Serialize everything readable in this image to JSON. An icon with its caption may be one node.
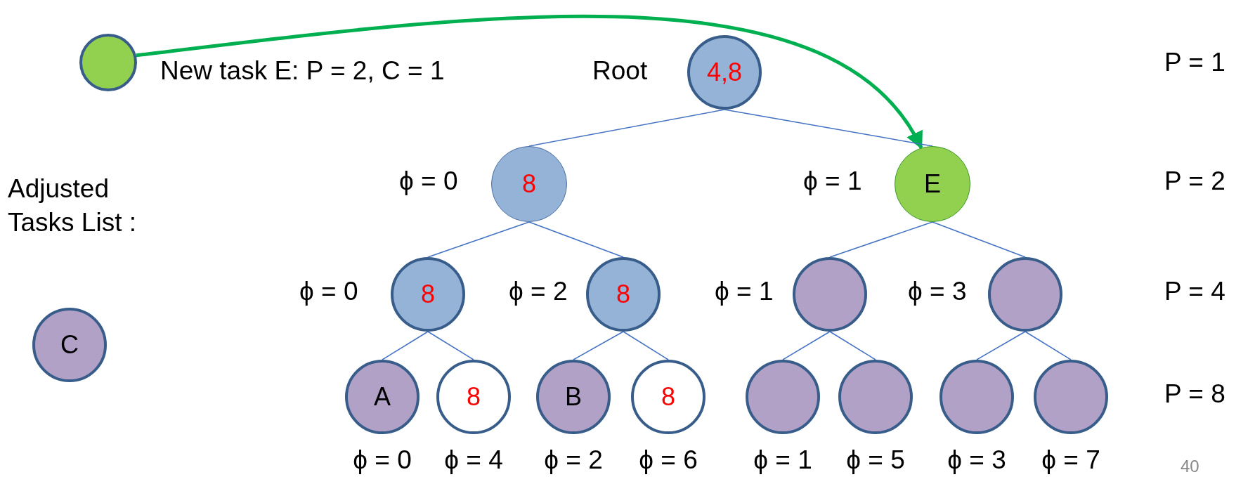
{
  "diagram": {
    "nodes": [
      {
        "text": [],
        "shape": "circle",
        "beside": [
          "New task E: P = 2, C = 1"
        ]
      },
      {
        "text": [
          "4,8"
        ],
        "beside": [
          "Root"
        ]
      },
      {
        "text": [
          "8"
        ],
        "beside": [
          "ϕ = 0"
        ]
      },
      {
        "text": [
          "E"
        ],
        "beside": [
          "ϕ = 1"
        ]
      },
      {
        "text": [
          "8"
        ],
        "beside": [
          "ϕ = 0"
        ]
      },
      {
        "text": [
          "8"
        ],
        "beside": [
          "ϕ = 2"
        ]
      },
      {
        "text": [],
        "shape": "circle",
        "beside": [
          "ϕ = 1"
        ]
      },
      {
        "text": [],
        "shape": "circle",
        "beside": [
          "ϕ = 3"
        ]
      },
      {
        "text": [
          "C"
        ]
      },
      {
        "text": [
          "A"
        ],
        "beside": [
          "ϕ = 0"
        ]
      },
      {
        "text": [
          "8"
        ],
        "beside": [
          "ϕ = 4"
        ]
      },
      {
        "text": [
          "B"
        ],
        "beside": [
          "ϕ = 2"
        ]
      },
      {
        "text": [
          "8"
        ],
        "beside": [
          "ϕ = 6"
        ]
      },
      {
        "text": [],
        "shape": "circle",
        "beside": [
          "ϕ = 1"
        ]
      },
      {
        "text": [],
        "shape": "circle",
        "beside": [
          "ϕ = 5"
        ]
      },
      {
        "text": [],
        "shape": "circle",
        "beside": [
          "ϕ = 3"
        ]
      },
      {
        "text": [],
        "shape": "circle",
        "beside": [
          "ϕ = 7"
        ]
      }
    ],
    "edges": [
      {
        "from": 0,
        "to": 3,
        "arrow": "to",
        "style": "thick",
        "color": "#00b050"
      },
      {
        "from": 1,
        "to": 2,
        "arrow": "none"
      },
      {
        "from": 1,
        "to": 3,
        "arrow": "none"
      },
      {
        "from": 2,
        "to": 4,
        "arrow": "none"
      },
      {
        "from": 2,
        "to": 5,
        "arrow": "none"
      },
      {
        "from": 3,
        "to": 6,
        "arrow": "none"
      },
      {
        "from": 3,
        "to": 7,
        "arrow": "none"
      },
      {
        "from": 4,
        "to": 9,
        "arrow": "none"
      },
      {
        "from": 4,
        "to": 10,
        "arrow": "none"
      },
      {
        "from": 5,
        "to": 11,
        "arrow": "none"
      },
      {
        "from": 5,
        "to": 12,
        "arrow": "none"
      },
      {
        "from": 6,
        "to": 13,
        "arrow": "none"
      },
      {
        "from": 6,
        "to": 14,
        "arrow": "none"
      },
      {
        "from": 7,
        "to": 15,
        "arrow": "none"
      },
      {
        "from": 7,
        "to": 16,
        "arrow": "none"
      }
    ],
    "labels": [
      "P = 1",
      "P = 2",
      "Adjusted Tasks List :",
      "P = 4",
      "P = 8",
      "40"
    ]
  }
}
